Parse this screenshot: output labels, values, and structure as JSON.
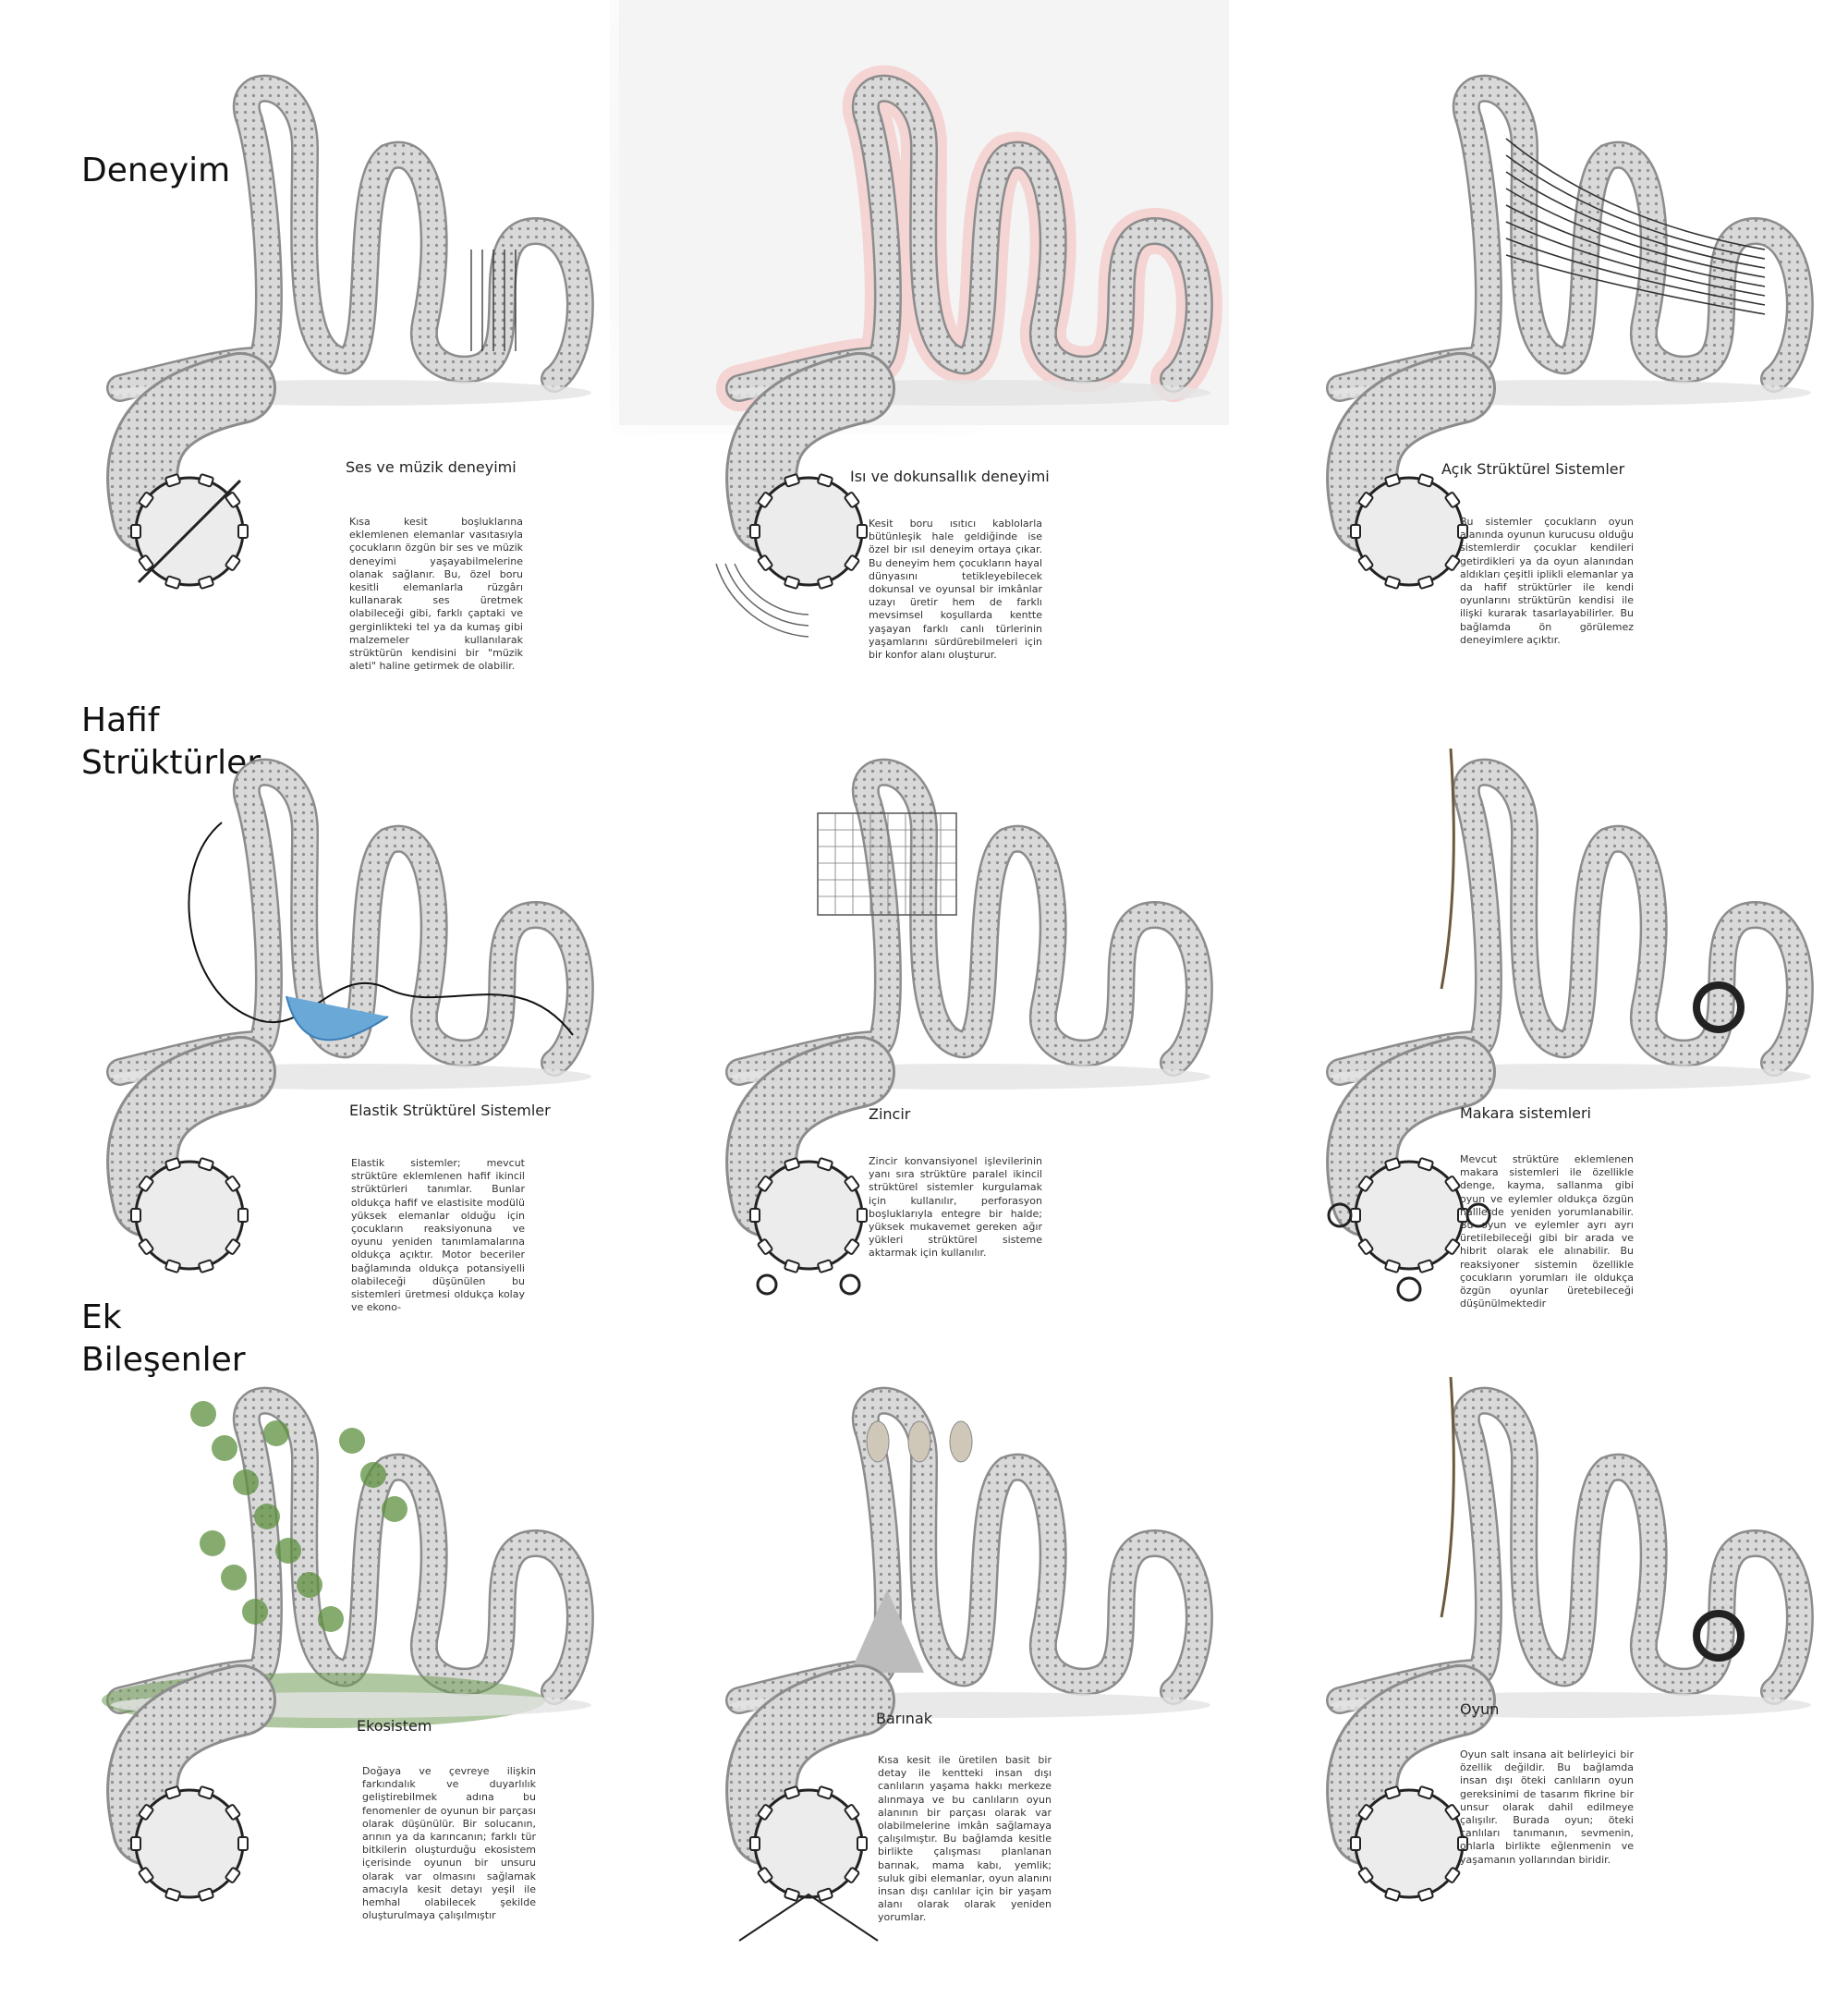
{
  "sections": [
    {
      "label": "Deneyim"
    },
    {
      "label": "Hafif\nStrüktürler"
    },
    {
      "label": "Ek\nBileşenler"
    }
  ],
  "panels": [
    {
      "title": "Ses ve müzik deneyimi",
      "text": "Kısa kesit boşluklarına eklemlenen elemanlar vasıtasıyla çocukların özgün bir ses ve müzik deneyimi yaşayabilmelerine olanak sağlanır. Bu, özel boru kesitli elemanlarla rüzgârı kullanarak ses üretmek olabileceği gibi, farklı çaptaki ve gerginlikteki tel ya da kumaş gibi malzemeler kullanılarak strüktürün kendisini bir \"müzik aleti\" haline getirmek de olabilir."
    },
    {
      "title": "Isı ve dokunsallık deneyimi",
      "text": "Kesit boru ısıtıcı kablolarla bütünleşik hale geldiğinde ise özel bir ısıl deneyim ortaya çıkar. Bu deneyim hem çocukların hayal dünyasını tetikleyebilecek dokunsal ve oyunsal bir imkânlar uzayı üretir hem de farklı mevsimsel koşullarda kentte yaşayan farklı canlı türlerinin yaşamlarını sürdürebilmeleri için bir konfor alanı oluşturur."
    },
    {
      "title": "Açık Strüktürel Sistemler",
      "text": "Bu sistemler çocukların oyun alanında oyunun kurucusu olduğu sistemlerdir çocuklar kendileri getirdikleri ya da oyun alanından aldıkları çeşitli iplikli elemanlar ya da hafif strüktürler ile kendi oyunlarını strüktürün kendisi ile ilişki kurarak tasarlayabilirler. Bu bağlamda ön görülemez deneyimlere açıktır."
    },
    {
      "title": "Elastik Strüktürel Sistemler",
      "text": "Elastik sistemler; mevcut strüktüre eklemlenen hafif ikincil strüktürleri tanımlar. Bunlar oldukça hafif ve elastisite modülü yüksek elemanlar olduğu için çocukların reaksiyonuna ve oyunu yeniden tanımlamalarına oldukça açıktır. Motor beceriler bağlamında oldukça potansiyelli olabileceği düşünülen bu sistemleri üretmesi oldukça kolay ve ekono-"
    },
    {
      "title": "Zincir",
      "text": "Zincir konvansiyonel işlevilerinin yanı sıra strüktüre paralel ikincil strüktürel sistemler kurgulamak için kullanılır, perforasyon boşluklarıyla entegre bir halde; yüksek mukavemet gereken ağır yükleri strüktürel sisteme aktarmak için kullanılır."
    },
    {
      "title": "Makara sistemleri",
      "text": "Mevcut strüktüre eklemlenen makara sistemleri ile özellikle denge, kayma, sallanma gibi oyun ve eylemler oldukça özgün halllerde yeniden yorumlanabilir. Bu oyun ve eylemler ayrı ayrı üretilebileceği gibi bir arada ve hibrit olarak ele alınabilir. Bu reaksiyoner sistemin özellikle çocukların yorumları ile oldukça özgün oyunlar üretebileceği düşünülmektedir"
    },
    {
      "title": "Ekosistem",
      "text": "Doğaya ve çevreye ilişkin farkındalık ve duyarlılık geliştirebilmek adına bu fenomenler de oyunun bir parçası olarak düşünülür. Bir solucanın, arının ya da karıncanın; farklı tür bitkilerin oluşturduğu ekosistem içerisinde oyunun bir unsuru olarak var olmasını sağlamak amacıyla kesit detayı yeşil ile hemhal olabilecek şekilde oluşturulmaya çalışılmıştır"
    },
    {
      "title": "Barınak",
      "text": "Kısa kesit ile üretilen basit bir detay ile kentteki insan dışı canlıların yaşama hakkı merkeze alınmaya ve bu canlıların oyun alanının bir parçası olarak var olabilmelerine imkân sağlamaya çalışılmıştır. Bu bağlamda kesitle birlikte çalışması planlanan barınak, mama kabı, yemlik; suluk gibi elemanlar, oyun alanını insan dışı canlılar için bir yaşam alanı olarak olarak yeniden yorumlar."
    },
    {
      "title": "Oyun",
      "text": "Oyun salt insana ait belirleyici bir özellik değildir. Bu bağlamda insan dışı öteki canlıların oyun gereksinimi de tasarım fikrine bir unsur olarak dahil edilmeye çalışılır. Burada oyun; öteki canlıları tanımanın, sevmenin, onlarla birlikte eğlenmenin ve yaşamanın yollarından biridir."
    }
  ]
}
